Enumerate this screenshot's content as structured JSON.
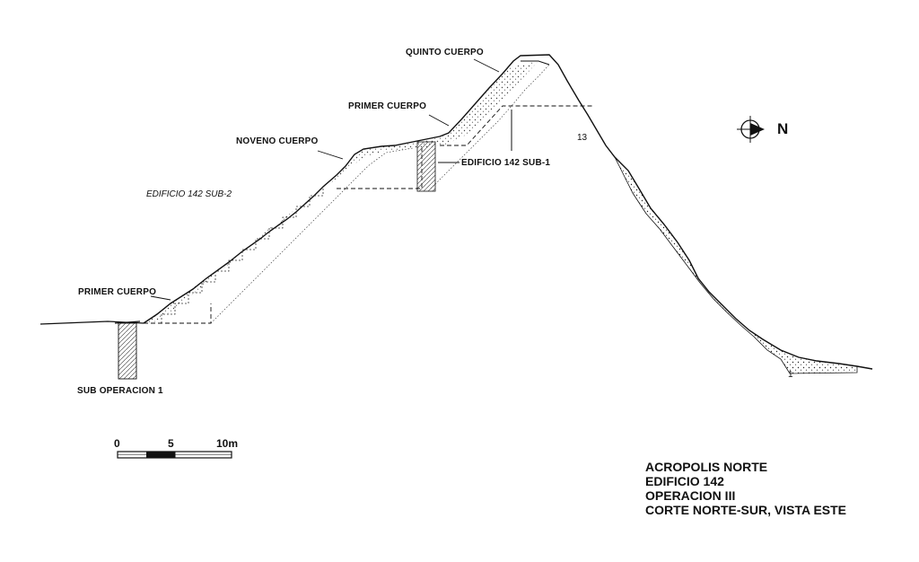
{
  "labels": {
    "quinto_cuerpo": "QUINTO CUERPO",
    "primer_cuerpo_top": "PRIMER CUERPO",
    "noveno_cuerpo": "NOVENO CUERPO",
    "edificio_sub1": "EDIFICIO 142 SUB-1",
    "edificio_sub2": "EDIFICIO 142 SUB-2",
    "primer_cuerpo_bottom": "PRIMER CUERPO",
    "sub_operacion": "SUB OPERACION 1",
    "marker_13": "13",
    "marker_1": "1"
  },
  "compass": {
    "label": "N",
    "icon": "compass-north-icon"
  },
  "scale_bar": {
    "ticks": [
      "0",
      "5",
      "10m"
    ]
  },
  "title_block": {
    "line1": "ACROPOLIS NORTE",
    "line2": "EDIFICIO 142",
    "line3": "OPERACION III",
    "line4": "CORTE NORTE-SUR, VISTA ESTE"
  },
  "colors": {
    "ink": "#111111",
    "fill": "#ffffff"
  }
}
